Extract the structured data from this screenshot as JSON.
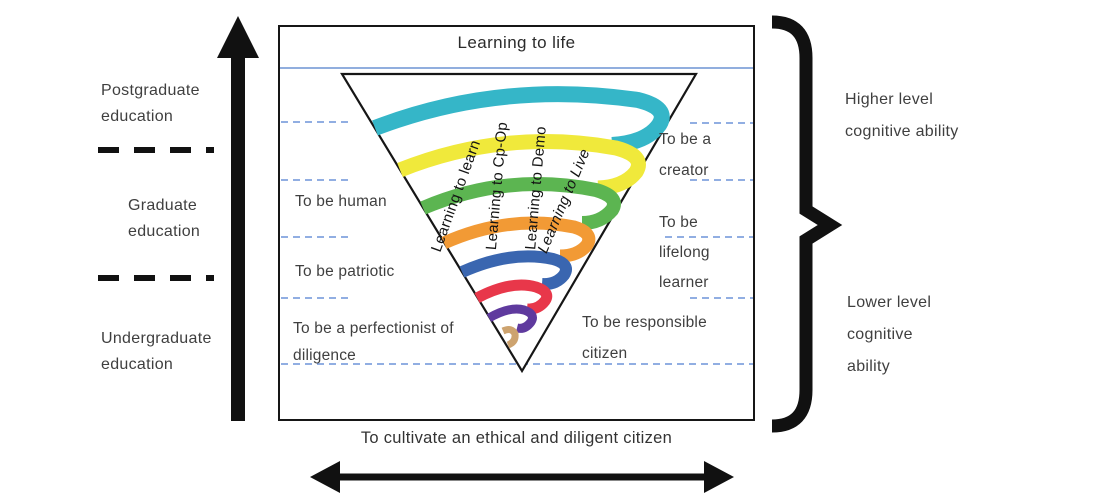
{
  "colors": {
    "accent_dashed": "#6d93d8",
    "title_rule": "#91aede",
    "ink": "#111111",
    "band_teal": "#35b6c8",
    "band_yellow": "#f0e93b",
    "band_green": "#5cb551",
    "band_orange": "#f29a35",
    "band_blue": "#3a66b0",
    "band_red": "#e8374a",
    "band_purple": "#5f3a9e",
    "band_tan": "#cda36f"
  },
  "left_axis": {
    "levels": [
      {
        "label": "Postgraduate education"
      },
      {
        "label": "Graduate education"
      },
      {
        "label": "Undergraduate education"
      }
    ]
  },
  "framework": {
    "title": "Learning to life",
    "left_goals": [
      "To be human",
      "To be patriotic",
      "To be a perfectionist of diligence"
    ],
    "right_goals": [
      "To be a creator",
      "To be lifelong learner",
      "To be responsible citizen"
    ]
  },
  "spiral": {
    "labels": [
      "Learning to learn",
      "Learning to Cp-Op",
      "Learning to Demo",
      "Learning to Live"
    ]
  },
  "right_axis": {
    "higher": "Higher level cognitive ability",
    "lower": "Lower level cognitive ability"
  },
  "bottom": {
    "caption": "To cultivate an ethical and diligent citizen"
  }
}
